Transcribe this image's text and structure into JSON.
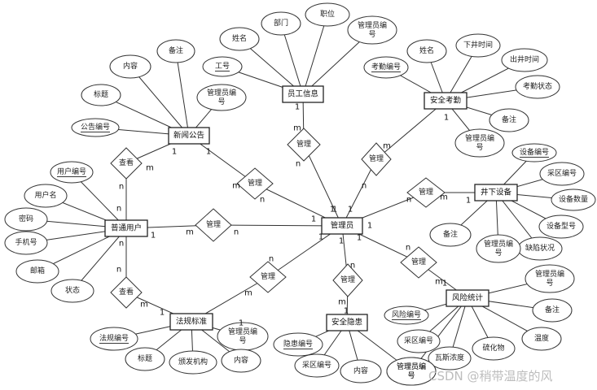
{
  "entities": {
    "news": "新闻公告",
    "employee": "员工信息",
    "attendance": "安全考勤",
    "well_device": "井下设备",
    "user": "普通用户",
    "admin": "管理员",
    "risk": "风险统计",
    "law": "法规标准",
    "hazard": "安全隐患"
  },
  "relationships": {
    "view_news": "查看",
    "manage_news": "管理",
    "manage_employee": "管理",
    "manage_attendance": "管理",
    "manage_device": "管理",
    "manage_user": "管理",
    "view_law": "查看",
    "manage_law": "管理",
    "manage_hazard": "管理",
    "manage_risk": "管理"
  },
  "attributes": {
    "news": [
      "内容",
      "备注",
      "标题",
      "管理员编号",
      "公告编号"
    ],
    "employee": [
      "姓名",
      "部门",
      "职位",
      "管理员编号",
      "工号"
    ],
    "attendance": [
      "姓名",
      "下井时间",
      "出井时间",
      "考勤编号",
      "考勤状态",
      "备注",
      "管理员编号"
    ],
    "well_device": [
      "设备编号",
      "采区编号",
      "设备数量",
      "设备型号",
      "缺陷状况",
      "管理员编号",
      "备注"
    ],
    "user": [
      "用户编号",
      "用户名",
      "密码",
      "手机号",
      "邮箱",
      "状态"
    ],
    "risk": [
      "管理员编号",
      "备注",
      "风险编号",
      "温度",
      "采区编号",
      "硫化物",
      "瓦斯浓度",
      "管理员编号"
    ],
    "law": [
      "法规编号",
      "管理员编号",
      "标题",
      "颁发机构",
      "内容"
    ],
    "hazard": [
      "隐患编号",
      "采区编号",
      "内容",
      "管理员编号"
    ]
  },
  "cardinality": {
    "one": "1",
    "m": "m",
    "n": "n"
  },
  "watermark": "CSDN @稍带温度的风"
}
